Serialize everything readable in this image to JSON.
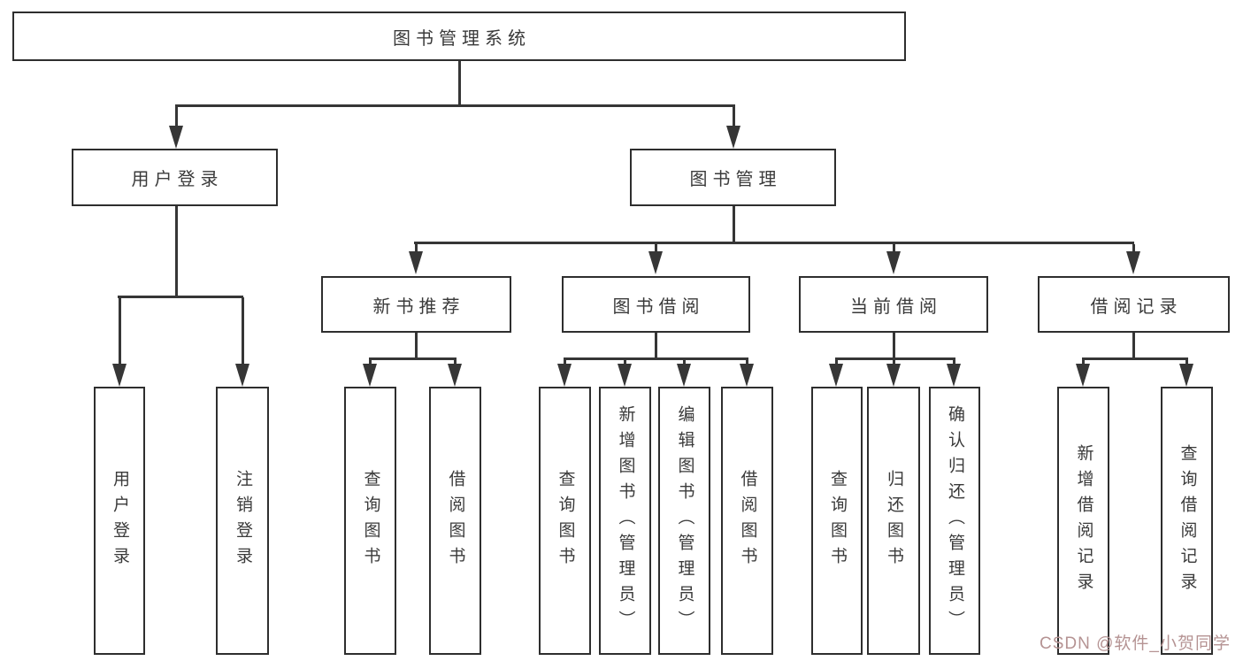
{
  "theme": {
    "line_color": "#363636",
    "box_border_color": "#2e2e2e",
    "text_color": "#3a3a3a",
    "watermark_color": "#b59393",
    "background": "#ffffff"
  },
  "diagram": {
    "root": {
      "label": "图书管理系统"
    },
    "user_login": {
      "label": "用户登录",
      "children": [
        "用户登录",
        "注销登录"
      ]
    },
    "book_management": {
      "label": "图书管理",
      "new_book_recommend": {
        "label": "新书推荐",
        "children": [
          "查询图书",
          "借阅图书"
        ]
      },
      "book_borrowing": {
        "label": "图书借阅",
        "children": [
          "查询图书",
          "新增图书（管理员）",
          "编辑图书（管理员）",
          "借阅图书"
        ]
      },
      "current_borrowing": {
        "label": "当前借阅",
        "children": [
          "查询图书",
          "归还图书",
          "确认归还（管理员）"
        ]
      },
      "borrowing_records": {
        "label": "借阅记录",
        "children": [
          "新增借阅记录",
          "查询借阅记录"
        ]
      }
    }
  },
  "watermark": {
    "text": "CSDN @软件_小贺同学"
  }
}
